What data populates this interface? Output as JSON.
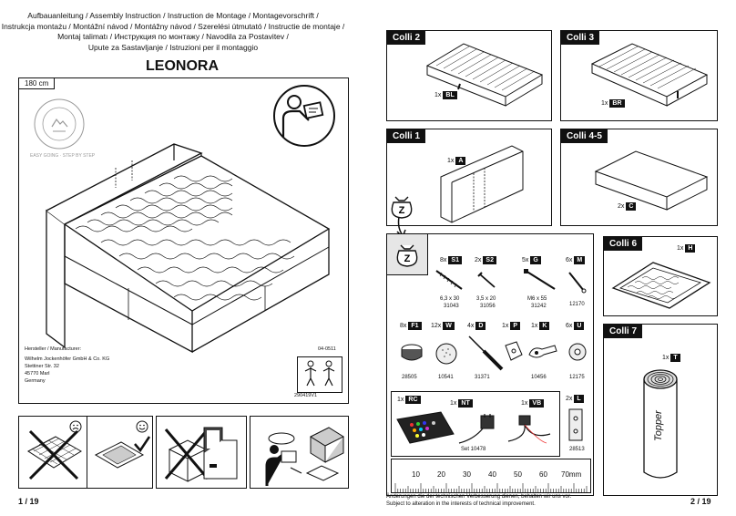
{
  "page1": {
    "title_lines": [
      "Aufbauanleitung / Assembly Instruction / Instruction de Montage / Montagevorschrift /",
      "Instrukcja montażu / Montážní návod / Montážny návod / Szerelési útmutató / Instructie de montaje /",
      "Montaj talimatı / Инструкция по монтажу / Navodila za Postavitev /",
      "Upute za Sastavljanje / Istruzioni per il montaggio"
    ],
    "product_name": "LEONORA",
    "size_label": "180 cm",
    "seal_text": "EASY GOING · STEP BY STEP",
    "manufacturer": {
      "label": "Hersteller / Manufacturer:",
      "lines": [
        "Wilhelm Jockenhöfer GmbH & Co. KG",
        "Stettiner Str. 32",
        "45770 Marl",
        "Germany"
      ]
    },
    "doc_code": "04-0511",
    "version": "290419V1",
    "page_number": "1 / 19"
  },
  "page2": {
    "colli": {
      "c2": {
        "title": "Colli 2",
        "qty": "1x",
        "part": "BL"
      },
      "c3": {
        "title": "Colli 3",
        "qty": "1x",
        "part": "BR"
      },
      "c1": {
        "title": "Colli 1",
        "qty": "1x",
        "part": "A"
      },
      "c45": {
        "title": "Colli 4-5",
        "qty": "2x",
        "part": "C"
      },
      "c6": {
        "title": "Colli 6",
        "qty": "1x",
        "part": "H"
      },
      "c7": {
        "title": "Colli 7",
        "qty": "1x",
        "part": "T",
        "roll_text": "Topper"
      }
    },
    "bag_letter": "Z",
    "hardware": [
      {
        "qty": "8x",
        "part": "S1",
        "spec": "6,3 x 30",
        "code": "31043"
      },
      {
        "qty": "2x",
        "part": "S2",
        "spec": "3,5 x 20",
        "code": "31056"
      },
      {
        "qty": "5x",
        "part": "G",
        "spec": "M6 x 55",
        "code": "31242"
      },
      {
        "qty": "6x",
        "part": "M",
        "spec": "",
        "code": "12170"
      },
      {
        "qty": "8x",
        "part": "F1",
        "code": "28505"
      },
      {
        "qty": "12x",
        "part": "W",
        "code": "10541"
      },
      {
        "qty": "4x",
        "part": "D",
        "code": "31371"
      },
      {
        "qty": "1x",
        "part": "P",
        "code": ""
      },
      {
        "qty": "1x",
        "part": "K",
        "code": "10456"
      },
      {
        "qty": "6x",
        "part": "U",
        "code": "12175"
      }
    ],
    "led_set": {
      "remote": {
        "qty": "1x",
        "part": "RC"
      },
      "adapter": {
        "qty": "1x",
        "part": "NT"
      },
      "splitter": {
        "qty": "1x",
        "part": "VB"
      },
      "set_code": "Set 10478"
    },
    "bracket": {
      "qty": "2x",
      "part": "L",
      "code": "28513"
    },
    "ruler": {
      "ticks": [
        "10",
        "20",
        "30",
        "40",
        "50",
        "60",
        "70mm"
      ]
    },
    "disclaimer": [
      "Änderungen die der technischen Verbesserung dienen, behalten wir uns vor.",
      "Subject to alteration in the interests of technical improvement."
    ],
    "page_number": "2 / 19"
  }
}
